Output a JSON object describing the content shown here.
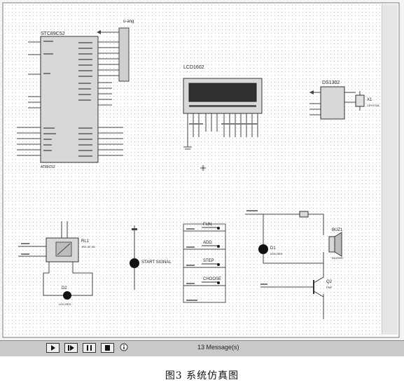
{
  "schematic": {
    "mcu_name": "STC89C52",
    "mcu_part": "AT89C52",
    "lcd_name": "LCD1602",
    "rtc_name": "DS1302",
    "crystal": "X1",
    "crystal_type": "CRYSTAL",
    "bus_label": "u-ang",
    "relay": "RL1",
    "relay_sub": "JRC-5F-05",
    "led_d2": "D2",
    "led_d2_sub": "LED-RED",
    "led_d1": "D1",
    "led_d1_sub": "LED-RED",
    "start_signal": "START SIGNAL",
    "buzzer": "BUZ1",
    "buzzer_sub": "BUZZER",
    "transistor": "Q2",
    "transistor_sub": "PNP",
    "keys": [
      "FUN",
      "ADD",
      "STEP",
      "CHOOSE"
    ],
    "text_color": "#222222",
    "grid_color": "#bdbdbd"
  },
  "controls": {
    "play": "play-icon",
    "step": "step-icon",
    "pause": "pause-icon",
    "stop": "stop-icon",
    "messages": "13 Message(s)"
  },
  "caption": "图3    系统仿真图"
}
